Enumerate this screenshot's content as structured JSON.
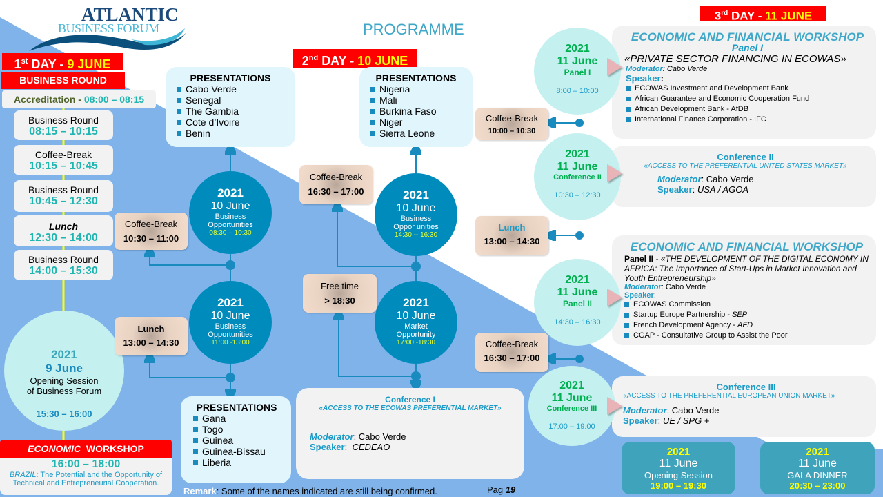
{
  "colors": {
    "red": "#ff0000",
    "yellow": "#ffff00",
    "teal": "#1fb5b0",
    "dark_circle": "#008bbd",
    "light_circle": "#c5f0f0",
    "background_blue": "#7fb3ea"
  },
  "logo": {
    "line1": "ATLANTIC",
    "line2": "BUSINESS FORUM"
  },
  "title": "PROGRAMME",
  "day1": {
    "num": "1",
    "sup": "st",
    "label": "DAY -",
    "date": "9 JUNE",
    "section": "BUSINESS ROUND",
    "accreditation": {
      "label": "Accreditation -",
      "time": "08:00 – 08:15"
    },
    "schedule": [
      {
        "name": "Business Round",
        "time": "08:15 – 10:15"
      },
      {
        "name": "Coffee-Break",
        "time": "10:15 – 10:45"
      },
      {
        "name": "Business Round",
        "time": "10:45 – 12:30"
      },
      {
        "name": "Lunch",
        "time": "12:30 – 14:00"
      },
      {
        "name": "Business Round",
        "time": "14:00 – 15:30"
      }
    ],
    "opening": {
      "year": "2021",
      "date": "9 June",
      "line1": "Opening Session",
      "line2": "of Business Forum",
      "time": "15:30 – 16:00"
    },
    "workshop": {
      "title_italic": "ECONOMIC",
      "title": "WORKSHOP",
      "time": "16:00 – 18:00",
      "country": "BRAZIL",
      "text1": ": The Potential and the Opportunity of",
      "text2": "Technical and Entrepreneurial Cooperation."
    }
  },
  "day2": {
    "num": "2",
    "sup": "nd",
    "label": "DAY -",
    "date": "10 JUNE",
    "presentations_title": "PRESENTATIONS",
    "pres1": [
      "Cabo Verde",
      "Senegal",
      "The Gambia",
      "Cote d’Ivoire",
      "Benin"
    ],
    "pres2": [
      "Nigeria",
      "Mali",
      "Burkina Faso",
      "Niger",
      "Sierra Leone"
    ],
    "pres3": [
      "Gana",
      "Togo",
      "Guinea",
      "Guinea-Bissau",
      "Liberia"
    ],
    "circles": [
      {
        "year": "2021",
        "date": "10 June",
        "l1": "Business",
        "l2": "Opportunities",
        "time": "08:30 – 10:30"
      },
      {
        "year": "2021",
        "date": "10 June",
        "l1": "Business",
        "l2": "Opportunities",
        "time": "11:00 -13:00"
      },
      {
        "year": "2021",
        "date": "10 June",
        "l1": "Business",
        "l2": "Oppor unities",
        "time": "14:30 -- 16:30"
      },
      {
        "year": "2021",
        "date": "10 June",
        "l1": "Market",
        "l2": "Opportunity",
        "time": "17:00 -18:30"
      }
    ],
    "breaks": [
      {
        "name": "Coffee-Break",
        "time": "10:30 – 11:00"
      },
      {
        "name": "Lunch",
        "time": "13:00 – 14:30"
      },
      {
        "name": "Coffee-Break",
        "time": "16:30 – 17:00"
      },
      {
        "name": "Free time",
        "time": "> 18:30"
      }
    ],
    "conference": {
      "title": "Conference I",
      "subtitle": "«ACCESS TO THE ECOWAS PREFERENTIAL MARKET»",
      "mod_label": "Moderator",
      "mod": ": Cabo Verde",
      "spk_label": "Speaker",
      "spk": "CEDEAO"
    }
  },
  "day3": {
    "num": "3",
    "sup": "rd",
    "label": "DAY -",
    "date": "11 JUNE",
    "breaks": [
      {
        "name": "Coffee-Break",
        "time": "10:00 – 10:30"
      },
      {
        "name": "Lunch",
        "time": "13:00 – 14:30"
      },
      {
        "name": "Coffee-Break",
        "time": "16:30 – 17:00"
      }
    ],
    "circles": [
      {
        "year": "2021",
        "date": "11 June",
        "label": "Panel I",
        "time": "8:00 – 10:00"
      },
      {
        "year": "2021",
        "date": "11 June",
        "label": "Conference II",
        "time": "10:30 – 12:30"
      },
      {
        "year": "2021",
        "date": "11 June",
        "label": "Panel II",
        "time": "14:30 – 16:30"
      },
      {
        "year": "2021",
        "date": "11 June",
        "label": "Conference III",
        "time": "17:00 – 19:00"
      }
    ],
    "panel1": {
      "title": "ECONOMIC AND FINANCIAL WORKSHOP",
      "sub": "Panel I",
      "theme": "«PRIVATE SECTOR FINANCING IN ECOWAS»",
      "mod_label": "Moderator",
      "mod": ": Cabo Verde",
      "spk_label": "Speaker",
      "speakers": [
        "ECOWAS Investment and Development Bank",
        "African Guarantee and Economic Cooperation Fund",
        "African Development Bank - AfDB",
        "International Finance Corporation - IFC"
      ]
    },
    "conf2": {
      "title": "Conference II",
      "subtitle": "«ACCESS TO THE PREFERENTIAL UNITED STATES MARKET»",
      "mod_label": "Moderator",
      "mod": ": Cabo Verde",
      "spk_label": "Speaker",
      "spk": "USA / AGOA"
    },
    "panel2": {
      "title": "ECONOMIC AND FINANCIAL WORKSHOP",
      "sub": "Panel II",
      "theme": "- «THE DEVELOPMENT OF THE DIGITAL ECONOMY IN AFRICA: The Importance of Start-Ups in Market Innovation and Youth Entrepreneurship»",
      "mod_label": "Moderator",
      "mod": ": Cabo Verde",
      "spk_label": "Speaker",
      "speakers": [
        {
          "n": "ECOWAS Commission",
          "a": ""
        },
        {
          "n": "Startup Europe Partnership - ",
          "a": "SEP"
        },
        {
          "n": "French Development Agency - ",
          "a": "AFD"
        },
        {
          "n": "CGAP - Consultative Group to Assist the Poor",
          "a": ""
        }
      ]
    },
    "conf3": {
      "title": "Conference III",
      "subtitle": "«ACCESS TO THE PREFERENTIAL EUROPEAN UNION MARKET»",
      "mod_label": "Moderator",
      "mod": ": Cabo Verde",
      "spk_label": "Speaker",
      "spk": "UE / SPG +"
    },
    "opening": {
      "year": "2021",
      "date": "11 June",
      "label": "Opening Session",
      "time": "19:00 – 19:30"
    },
    "gala": {
      "year": "2021",
      "date": "11 June",
      "label": "GALA DINNER",
      "time": "20:30 – 23:00"
    }
  },
  "footer": {
    "remark_label": "Remark",
    "remark": ": Some of the names indicated are still being confirmed.",
    "page_label": "Pag",
    "page": "19"
  }
}
